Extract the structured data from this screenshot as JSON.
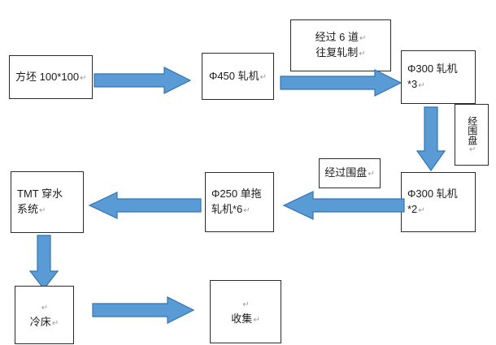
{
  "diagram": {
    "title": "Rolling mill production process flowchart",
    "colors": {
      "arrow_fill": "#5b9bd5",
      "arrow_stroke": "#2e75b6",
      "box_border": "#2b2b2b",
      "text": "#1a1a1a",
      "background": "#ffffff"
    },
    "nodes": [
      {
        "id": "billet",
        "lines": [
          "方坯 100*100"
        ],
        "pilcrow": true
      },
      {
        "id": "mill450",
        "lines": [
          "Φ450 轧机"
        ],
        "pilcrow": true
      },
      {
        "id": "six-pass",
        "lines": [
          "经过 6 道",
          "往复轧制"
        ],
        "pilcrow": true
      },
      {
        "id": "mill300x3",
        "lines": [
          "Φ300 轧机",
          "*3"
        ],
        "pilcrow": true
      },
      {
        "id": "via-coil-label",
        "lines": [
          "经围盘"
        ],
        "pilcrow": true
      },
      {
        "id": "mill300x2",
        "lines": [
          "Φ300 轧机",
          "*2"
        ],
        "pilcrow": true
      },
      {
        "id": "through-coil-label",
        "lines": [
          "经过围盘"
        ],
        "pilcrow": true
      },
      {
        "id": "mill250x6",
        "lines": [
          "Φ250 单拖",
          "轧机*6"
        ],
        "pilcrow": true
      },
      {
        "id": "tmt",
        "lines": [
          "TMT 穿水",
          "系统"
        ],
        "pilcrow": true
      },
      {
        "id": "cooling-bed",
        "lines": [
          "",
          "冷床"
        ],
        "pilcrow": true
      },
      {
        "id": "collection",
        "lines": [
          "",
          "收集"
        ],
        "pilcrow": true
      }
    ],
    "arrows": [
      {
        "id": "billet-to-mill450",
        "direction": "right"
      },
      {
        "id": "mill450-to-mill300x3",
        "direction": "right"
      },
      {
        "id": "mill300x3-to-mill300x2",
        "direction": "down"
      },
      {
        "id": "mill300x2-to-mill250x6",
        "direction": "left"
      },
      {
        "id": "mill250x6-to-tmt",
        "direction": "left"
      },
      {
        "id": "tmt-to-cooling-bed",
        "direction": "down"
      },
      {
        "id": "cooling-bed-to-collection",
        "direction": "right"
      }
    ]
  }
}
